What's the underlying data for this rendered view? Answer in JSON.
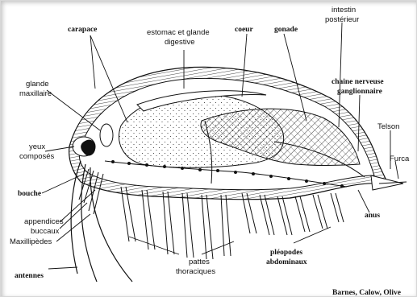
{
  "labels": {
    "carapace": "carapace",
    "estomac_line1": "estomac et glande",
    "estomac_line2": "digestive",
    "coeur": "coeur",
    "gonade": "gonade",
    "intestin_line1": "intestin",
    "intestin_line2": "postérieur",
    "glande_line1": "glande",
    "glande_line2": "maxillaire",
    "chaine_line1": "chaine nerveuse",
    "chaine_line2": "ganglionnaire",
    "yeux_line1": "yeux",
    "yeux_line2": "composés",
    "telson": "Telson",
    "furca": "Furca",
    "bouche": "bouche",
    "anus": "anus",
    "appendices_line1": "appendices",
    "appendices_line2": "buccaux",
    "maxillipedes": "Maxillipèdes",
    "pleopodes_line1": "pléopodes",
    "pleopodes_line2": "abdominaux",
    "pattes_line1": "pattes",
    "pattes_line2": "thoraciques",
    "antennes": "antennes"
  },
  "credit": "Barnes, Calow, Olive"
}
